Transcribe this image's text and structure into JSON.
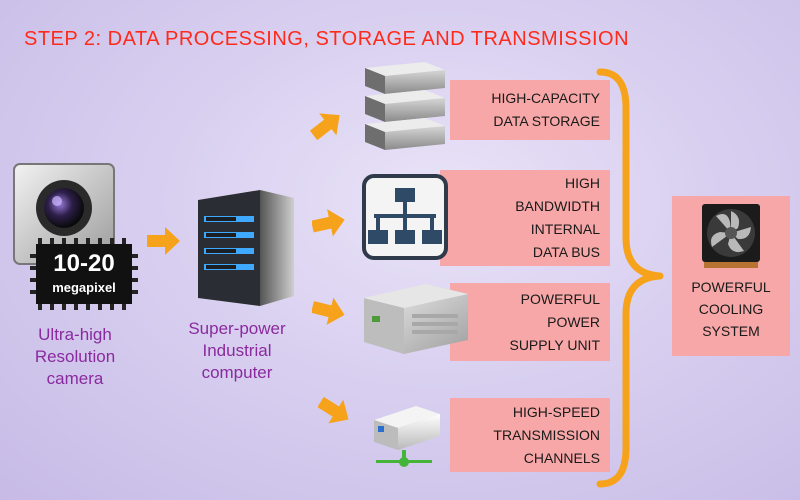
{
  "title": "STEP 2: DATA PROCESSING, STORAGE AND TRANSMISSION",
  "camera": {
    "chip_text_1": "10-20",
    "chip_text_2": "megapixel",
    "label": [
      "Ultra-high",
      "Resolution",
      "camera"
    ]
  },
  "computer": {
    "label": [
      "Super-power",
      "Industrial",
      "computer"
    ]
  },
  "components": [
    {
      "lines": [
        "HIGH-CAPACITY",
        "DATA STORAGE"
      ]
    },
    {
      "lines": [
        "HIGH",
        "BANDWIDTH",
        "INTERNAL",
        "DATA BUS"
      ]
    },
    {
      "lines": [
        "POWERFUL",
        "POWER",
        "SUPPLY UNIT"
      ]
    },
    {
      "lines": [
        "HIGH-SPEED",
        "TRANSMISSION",
        "CHANNELS"
      ]
    }
  ],
  "cooling": {
    "lines": [
      "POWERFUL",
      "COOLING",
      "SYSTEM"
    ]
  },
  "colors": {
    "title": "#ff2a1a",
    "label_purple": "#8a2a9e",
    "box_pink": "#f7a7a7",
    "arrow_orange": "#f7a21b"
  }
}
